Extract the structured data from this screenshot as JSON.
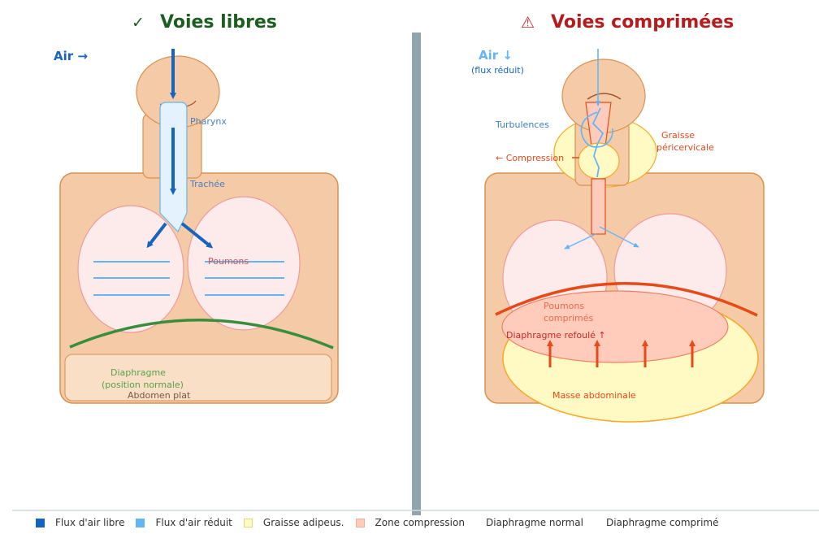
{
  "left_panel": {
    "title_symbol": "✓",
    "title": "Voies libres",
    "air_label": "Air →",
    "labels": {
      "pharynx": "Pharynx",
      "trachea": "Trachée",
      "lungs": "Poumons",
      "diaphragm_line1": "Diaphragme",
      "diaphragm_line2": "(position normale)",
      "abdomen": "Abdomen plat"
    }
  },
  "right_panel": {
    "title_symbol": "⚠",
    "title": "Voies comprimées",
    "air_label": "Air ↓",
    "air_sublabel": "(flux réduit)",
    "labels": {
      "turbulence": "Turbulences",
      "compression": "← Compression",
      "fat_line1": "Graisse",
      "fat_line2": "péricervicale",
      "lungs_line1": "Poumons",
      "lungs_line2": "comprimés",
      "diaphragm": "Diaphragme refoulé ↑",
      "abdomen": "Masse abdominale"
    }
  },
  "colors": {
    "free_flow": "#1565c0",
    "reduced_flow": "#64b5f6",
    "fat": "#fff9c4",
    "compression": "#ffccbc",
    "diaphragm_normal": "#388e3c",
    "diaphragm_compressed": "#e64a19",
    "title_ok": "#1b5e20",
    "title_warn": "#b71c1c",
    "skin": "#f5cba7",
    "divider": "#90a4ae"
  },
  "legend": [
    {
      "label": "Flux d'air libre",
      "swatch": "#1565c0"
    },
    {
      "label": "Flux d'air réduit",
      "swatch": "#64b5f6"
    },
    {
      "label": "Graisse adipeus.",
      "swatch": "#fff9c4"
    },
    {
      "label": "Zone compression",
      "swatch": "#ffccbc"
    },
    {
      "label": "Diaphragme normal",
      "swatch": null
    },
    {
      "label": "Diaphragme comprimé",
      "swatch": null
    }
  ]
}
